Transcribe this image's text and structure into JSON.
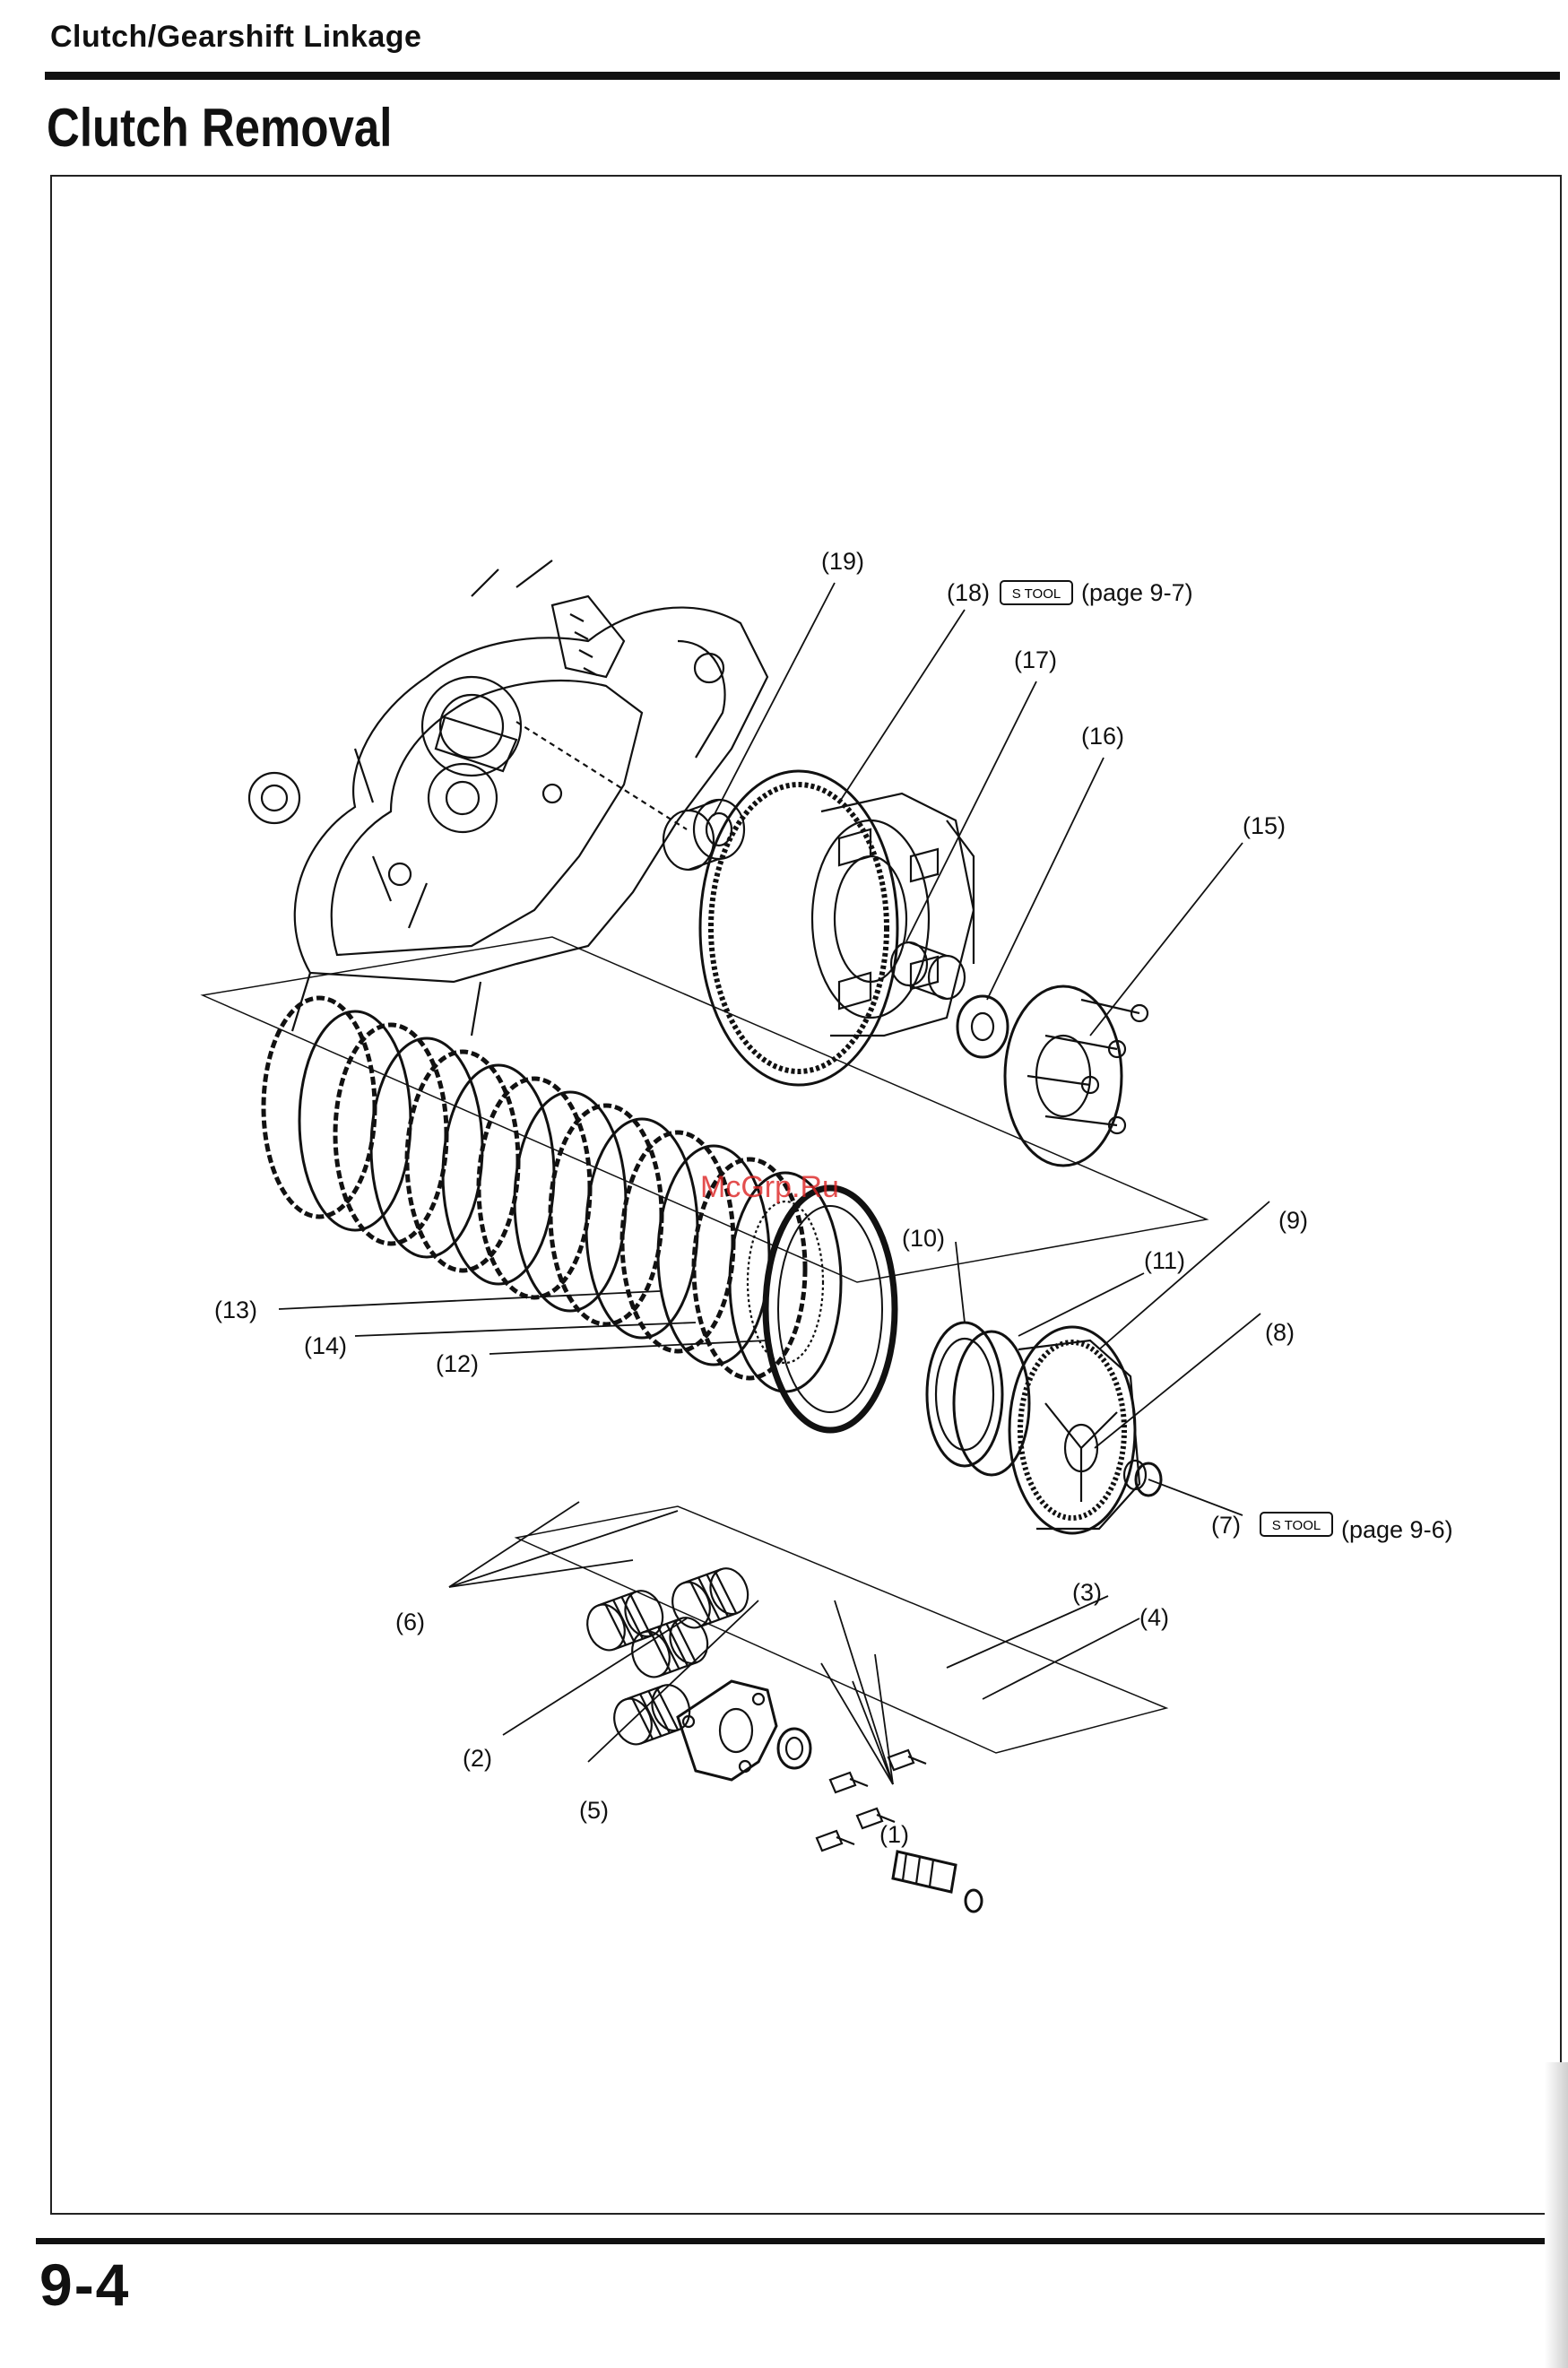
{
  "header": {
    "section": "Clutch/Gearshift Linkage"
  },
  "page": {
    "title": "Clutch Removal",
    "number": "9-4"
  },
  "watermark": "McGrp.Ru",
  "callouts": {
    "c1": "(1)",
    "c2": "(2)",
    "c3": "(3)",
    "c4": "(4)",
    "c5": "(5)",
    "c6": "(6)",
    "c7": "(7)",
    "c8": "(8)",
    "c9": "(9)",
    "c10": "(10)",
    "c11": "(11)",
    "c12": "(12)",
    "c13": "(13)",
    "c14": "(14)",
    "c15": "(15)",
    "c16": "(16)",
    "c17": "(17)",
    "c18": "(18)",
    "c19": "(19)"
  },
  "tool_refs": {
    "tool_label": "S TOOL",
    "ref18": "(page 9-7)",
    "ref7": "(page 9-6)"
  }
}
